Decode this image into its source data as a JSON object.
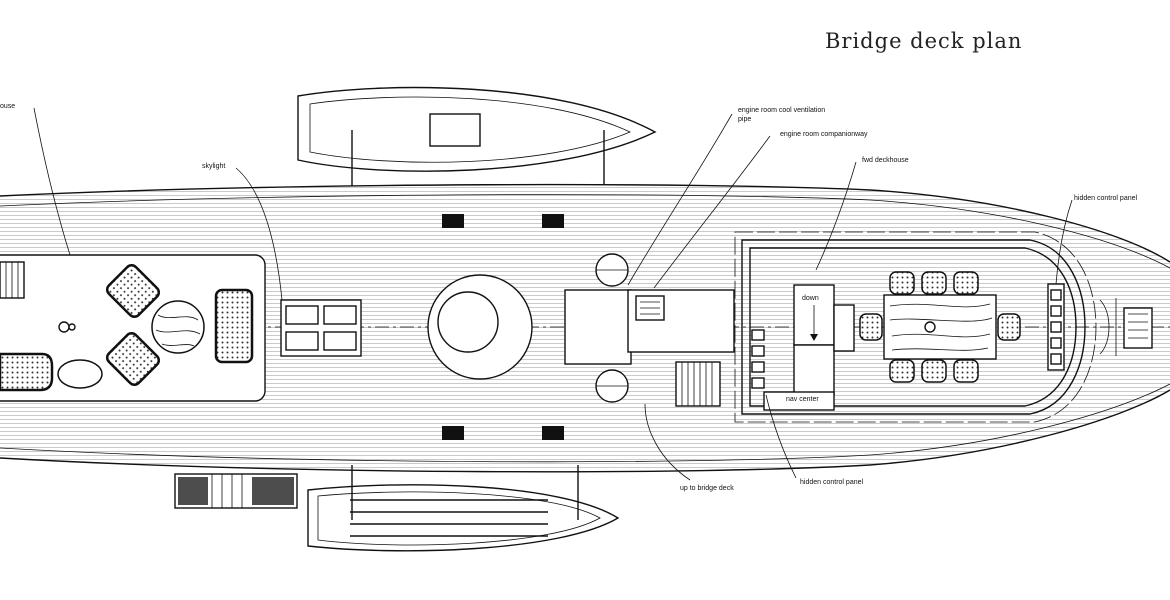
{
  "title": "Bridge deck plan",
  "labels": {
    "deckhouse_aft": "ouse",
    "skylight": "skylight",
    "engine_vent": "engine room cool ventilation",
    "engine_vent_2": "pipe",
    "engine_companionway": "engine room companionway",
    "fwd_deckhouse": "fwd deckhouse",
    "hidden_panel_fwd": "hidden control panel",
    "down": "down",
    "nav_center": "nav center",
    "up_to_bridge": "up to bridge deck",
    "hidden_panel_aft": "hidden control panel"
  },
  "colors": {
    "line": "#111111",
    "paper": "#ffffff",
    "plank": "#cfcfcf"
  }
}
